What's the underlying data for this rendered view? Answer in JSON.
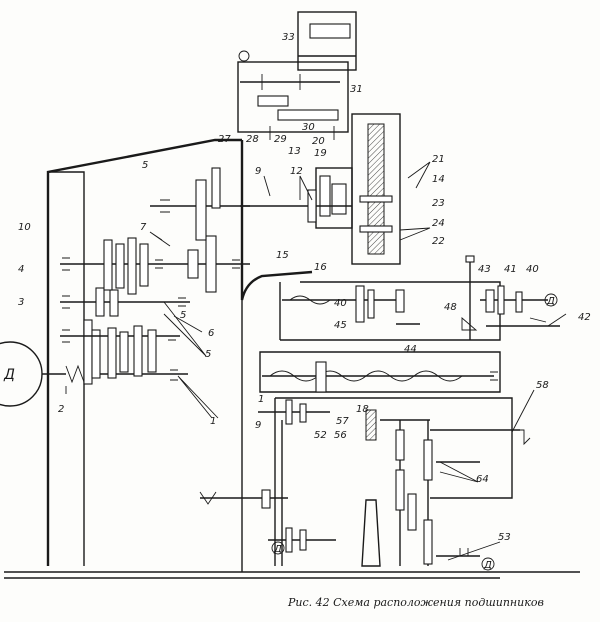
{
  "caption": "Рис. 42 Схема расположения подшипников",
  "motor_label": "Д",
  "circle_marks": [
    "Д",
    "Д",
    "Д"
  ],
  "labels": {
    "l1a": "1",
    "l1b": "1",
    "l2": "2",
    "l3": "3",
    "l4": "4",
    "l5a": "5",
    "l5b": "5",
    "l5c": "5",
    "l6": "6",
    "l7": "7",
    "l9a": "9",
    "l9b": "9",
    "l10": "10",
    "l12": "12",
    "l13": "13",
    "l14": "14",
    "l15": "15",
    "l16": "16",
    "l18": "18",
    "l19": "19",
    "l20": "20",
    "l21": "21",
    "l22": "22",
    "l23": "23",
    "l24": "24",
    "l27": "27",
    "l28": "28",
    "l29": "29",
    "l30": "30",
    "l31": "31",
    "l33": "33",
    "l40a": "40",
    "l40b": "40",
    "l41": "41",
    "l42": "42",
    "l43": "43",
    "l44": "44",
    "l45": "45",
    "l48": "48",
    "l52": "52",
    "l53": "53",
    "l56": "56",
    "l57": "57",
    "l58": "58",
    "l64": "64"
  }
}
